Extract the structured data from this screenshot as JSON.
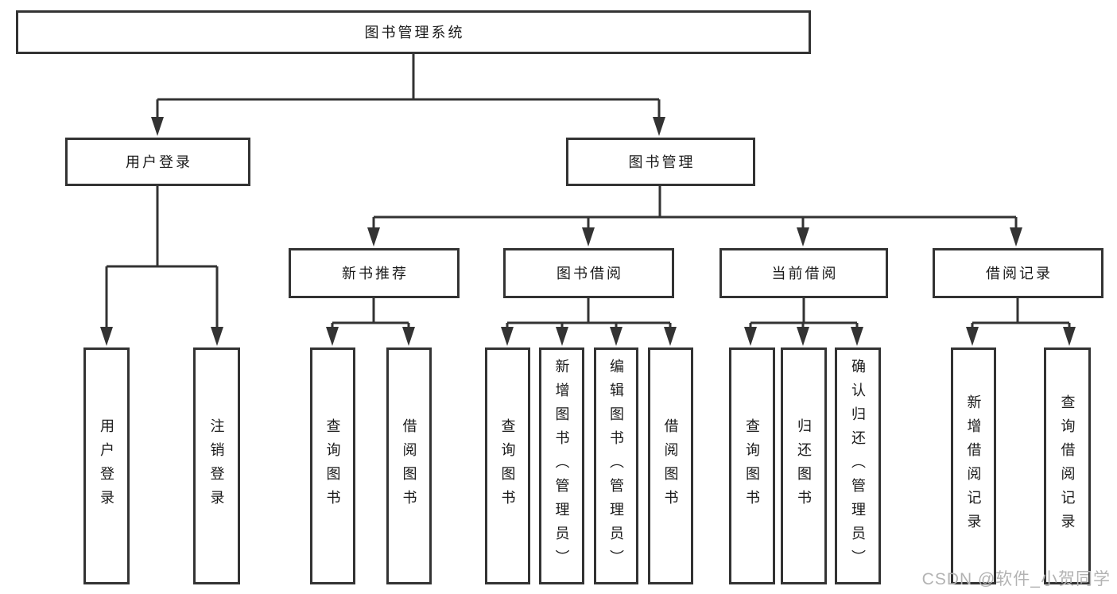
{
  "tree": {
    "root": "图书管理系统",
    "level2": [
      "用户登录",
      "图书管理"
    ],
    "level3": [
      "新书推荐",
      "图书借阅",
      "当前借阅",
      "借阅记录"
    ],
    "leaves": {
      "login": [
        "用户登录",
        "注销登录"
      ],
      "recommend": [
        "查询图书",
        "借阅图书"
      ],
      "borrow": [
        "查询图书",
        "新增图书（管理员）",
        "编辑图书（管理员）",
        "借阅图书"
      ],
      "current": [
        "查询图书",
        "归还图书",
        "确认归还（管理员）"
      ],
      "records": [
        "新增借阅记录",
        "查询借阅记录"
      ]
    }
  },
  "watermark": "CSDN @软件_小贺同学",
  "colors": {
    "line": "#333333",
    "text": "#1a1a1a",
    "box_bg": "#ffffff",
    "watermark": "#b3b3b3"
  }
}
